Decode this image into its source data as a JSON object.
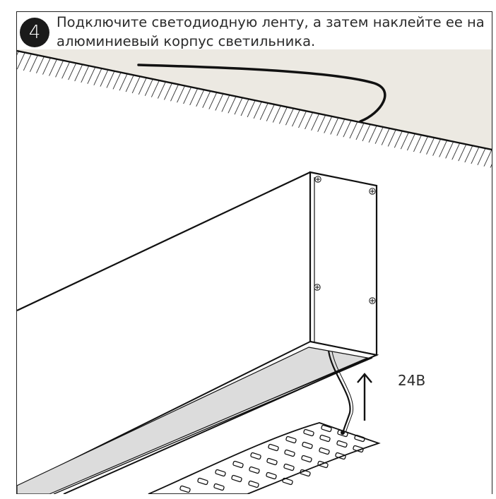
{
  "step": {
    "number": "4",
    "text_line1": "Подключите светодиодную ленту, а затем наклейте ее на",
    "text_line2": "алюминиевый корпус светильника."
  },
  "labels": {
    "voltage": "24В"
  },
  "colors": {
    "ceiling_fill": "#ece9e2",
    "stroke": "#111111",
    "diffuser_fill": "#dcdcdc",
    "step_circle": "#1a1a1a"
  }
}
